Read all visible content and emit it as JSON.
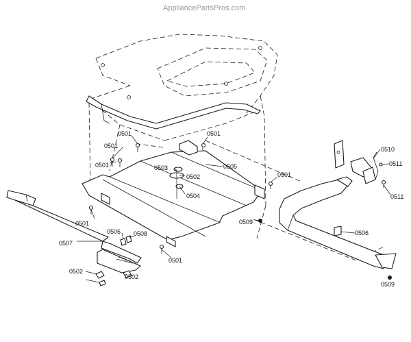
{
  "watermark": "AppliancePartsPros.com",
  "callouts": [
    {
      "id": "c01",
      "text": "0501"
    },
    {
      "id": "c02",
      "text": "0501"
    },
    {
      "id": "c03",
      "text": "0501"
    },
    {
      "id": "c04",
      "text": "0501"
    },
    {
      "id": "c05",
      "text": "0501"
    },
    {
      "id": "c06",
      "text": "0501"
    },
    {
      "id": "c07",
      "text": "0501"
    },
    {
      "id": "c08",
      "text": "0503"
    },
    {
      "id": "c09",
      "text": "0502"
    },
    {
      "id": "c10",
      "text": "0504"
    },
    {
      "id": "c11",
      "text": "0505"
    },
    {
      "id": "c12",
      "text": "0509"
    },
    {
      "id": "c13",
      "text": "0507"
    },
    {
      "id": "c14",
      "text": "0506"
    },
    {
      "id": "c15",
      "text": "0508"
    },
    {
      "id": "c16",
      "text": "0502"
    },
    {
      "id": "c17",
      "text": "0502"
    },
    {
      "id": "c18",
      "text": "0510"
    },
    {
      "id": "c19",
      "text": "0511"
    },
    {
      "id": "c20",
      "text": "0511"
    },
    {
      "id": "c21",
      "text": "0506"
    },
    {
      "id": "c22",
      "text": "0509"
    }
  ]
}
